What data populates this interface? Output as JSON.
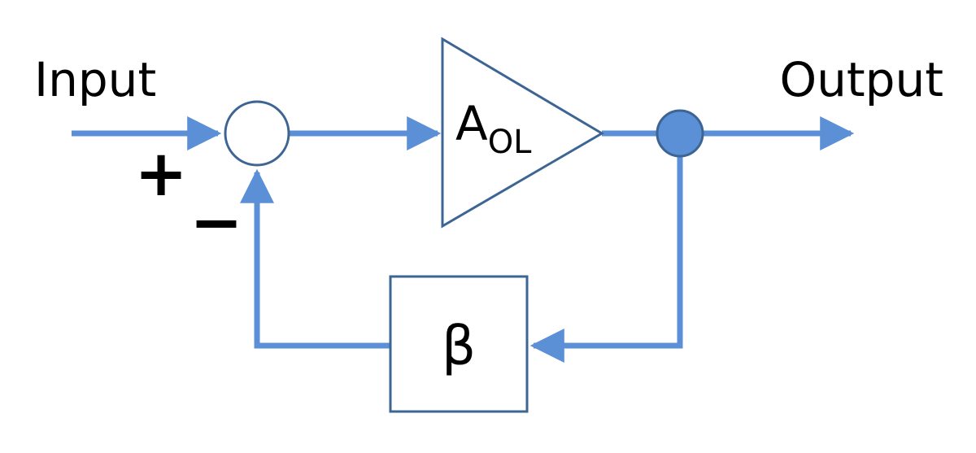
{
  "diagram": {
    "input_label": "Input",
    "output_label": "Output",
    "plus_sign": "+",
    "minus_sign": "−",
    "amplifier": {
      "main": "A",
      "subscript": "OL"
    },
    "feedback": {
      "symbol": "β"
    }
  },
  "colors": {
    "signal_line": "#5B8FD6",
    "block_outline": "#3D6593",
    "junction_fill": "#5B8FD6",
    "summer_fill": "#ffffff"
  }
}
